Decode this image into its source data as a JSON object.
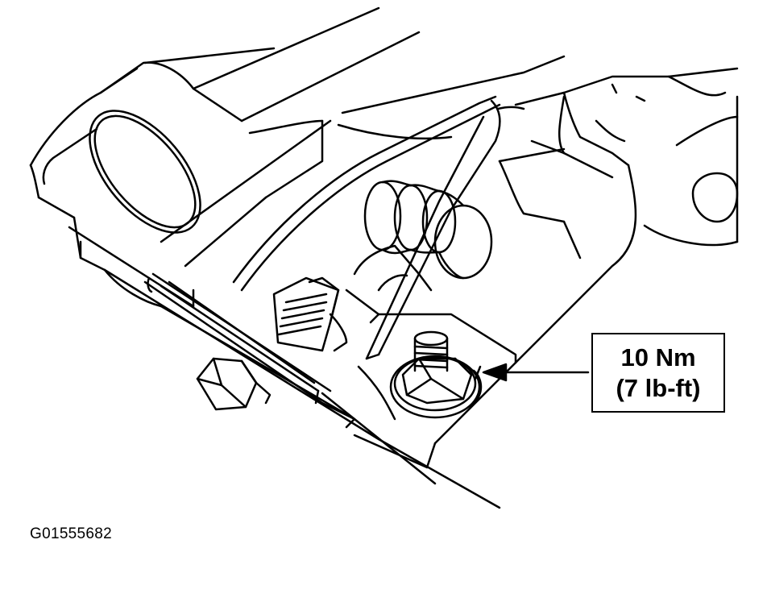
{
  "callout": {
    "line1": "10 Nm",
    "line2": "(7 lb-ft)"
  },
  "figure_id": "G01555682",
  "icons": {
    "arrow": "callout-arrow-icon",
    "nut": "hex-nut-icon"
  },
  "colors": {
    "ink": "#000000",
    "paper": "#ffffff"
  }
}
